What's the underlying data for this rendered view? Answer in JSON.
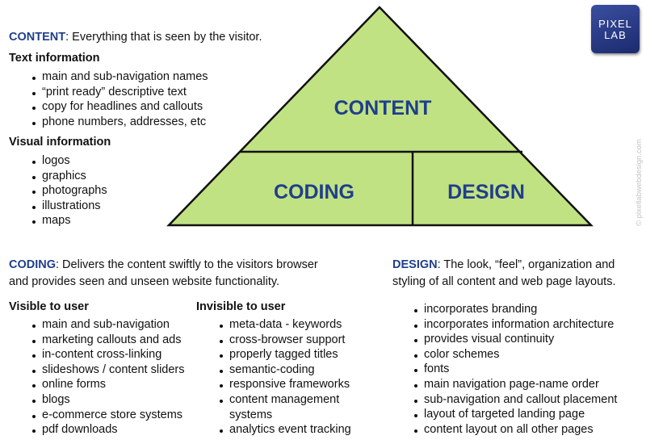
{
  "diagram": {
    "top_label": "CONTENT",
    "left_label": "CODING",
    "right_label": "DESIGN",
    "fill_color": "#c1e283"
  },
  "logo": {
    "line1": "PIXEL",
    "line2": "LAB"
  },
  "watermark": "© pixellabwebdesign.com",
  "content_section": {
    "keyword": "CONTENT",
    "description": ":  Everything that is seen by the visitor.",
    "text_info_title": "Text information",
    "text_info_items": [
      "main and sub-navigation names",
      "“print ready” descriptive text",
      "copy for headlines and callouts",
      "phone numbers, addresses, etc"
    ],
    "visual_info_title": "Visual information",
    "visual_info_items": [
      "logos",
      "graphics",
      "photographs",
      "illustrations",
      "maps"
    ]
  },
  "coding_section": {
    "keyword": "CODING",
    "description_line1": ": Delivers the content swiftly to the visitors browser",
    "description_line2": "and provides seen and unseen website functionality.",
    "visible_title": "Visible to user",
    "visible_items": [
      "main and sub-navigation",
      "marketing callouts and ads",
      "in-content cross-linking",
      "slideshows / content sliders",
      "online forms",
      "blogs",
      "e-commerce store systems",
      "pdf downloads"
    ],
    "invisible_title": "Invisible to user",
    "invisible_items": [
      "meta-data - keywords",
      "cross-browser support",
      "properly tagged titles",
      "semantic-coding",
      "responsive frameworks",
      "content management systems",
      "analytics event tracking"
    ]
  },
  "design_section": {
    "keyword": "DESIGN",
    "description_line1": ": The look, “feel”, organization and",
    "description_line2": "styling of all content and web page layouts.",
    "items": [
      "incorporates branding",
      "incorporates information architecture",
      "provides visual continuity",
      "color schemes",
      "fonts",
      "main navigation page-name order",
      "sub-navigation and callout placement",
      "layout of targeted landing page",
      "content layout on all other pages"
    ]
  }
}
